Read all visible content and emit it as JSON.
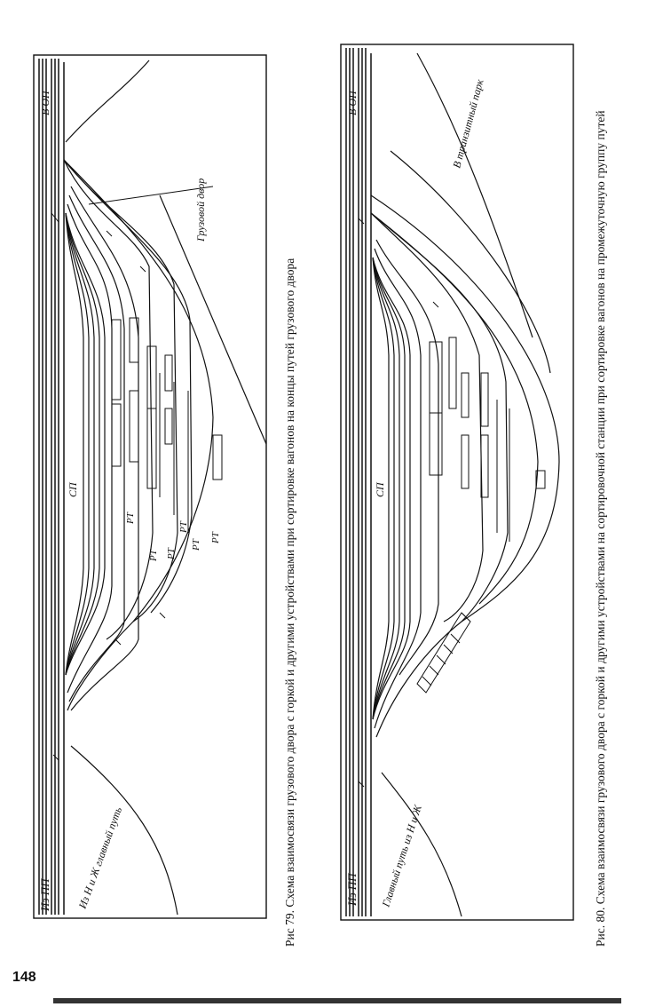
{
  "page_number": "148",
  "figures": [
    {
      "id": "fig79",
      "caption": "Рис 79. Схема взаимосвязи грузового двора с горкой и другими устройствами при сортировке вагонов на концы путей грузового двора",
      "labels": {
        "from_start": "Из ПП",
        "main_track": "Из Н и Ж главный путь",
        "to_end": "В ОП",
        "sorting_park": "СП",
        "freight_yard": "Грузовой двор",
        "rt": "РТ"
      }
    },
    {
      "id": "fig80",
      "caption": "Рис. 80. Схема взаимосвязи грузового двора с горкой и другими устройствами на сортировочной станции при сортировке вагонов на промежуточную группу путей",
      "labels": {
        "from_start": "Из ПП",
        "main_track": "Главный путь из Н и Ж",
        "to_end": "В ОП",
        "to_transit": "В транзитный парк",
        "sorting_park": "СП"
      }
    }
  ]
}
